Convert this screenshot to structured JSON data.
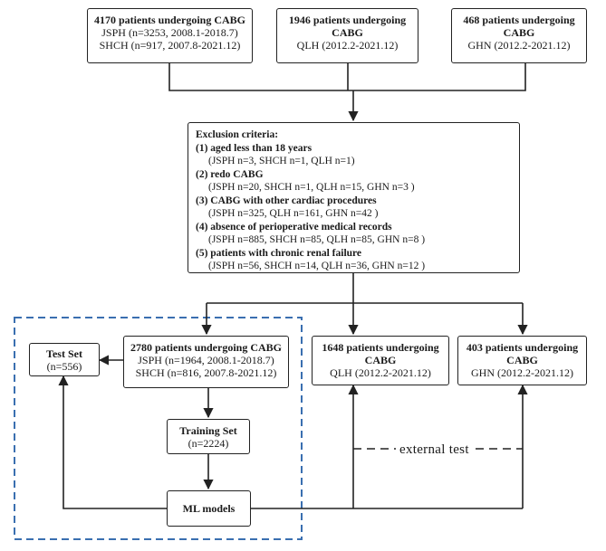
{
  "sources": [
    {
      "title": "4170 patients undergoing CABG",
      "lines": [
        "JSPH (n=3253, 2008.1-2018.7)",
        "SHCH (n=917, 2007.8-2021.12)"
      ]
    },
    {
      "title": "1946 patients undergoing CABG",
      "lines": [
        "QLH (2012.2-2021.12)"
      ]
    },
    {
      "title": "468 patients undergoing CABG",
      "lines": [
        "GHN (2012.2-2021.12)"
      ]
    }
  ],
  "exclusion": {
    "heading": "Exclusion criteria:",
    "items": [
      {
        "label": "(1) aged less than 18 years",
        "detail": "(JSPH n=3, SHCH n=1, QLH n=1)"
      },
      {
        "label": "(2) redo CABG",
        "detail": "(JSPH n=20, SHCH n=1, QLH n=15, GHN n=3 )"
      },
      {
        "label": "(3) CABG with other cardiac procedures",
        "detail": "(JSPH n=325,  QLH n=161, GHN n=42 )"
      },
      {
        "label": "(4) absence of perioperative medical records",
        "detail": "(JSPH n=885, SHCH n=85, QLH n=85, GHN n=8 )"
      },
      {
        "label": "(5) patients with chronic renal failure",
        "detail": "(JSPH n=56, SHCH n=14, QLH n=36, GHN n=12 )"
      }
    ]
  },
  "cohorts": [
    {
      "title": "2780 patients undergoing CABG",
      "lines": [
        "JSPH (n=1964, 2008.1-2018.7)",
        "SHCH (n=816, 2007.8-2021.12)"
      ]
    },
    {
      "title": "1648 patients undergoing CABG",
      "lines": [
        "QLH (2012.2-2021.12)"
      ]
    },
    {
      "title": "403 patients undergoing CABG",
      "lines": [
        "GHN (2012.2-2021.12)"
      ]
    }
  ],
  "test_set": {
    "title": "Test Set",
    "count": "(n=556)"
  },
  "training_set": {
    "title": "Training Set",
    "count": "(n=2224)"
  },
  "models": {
    "title": "ML models"
  },
  "external_test_label": "external test",
  "colors": {
    "dashed_frame": "#3a6fb0",
    "stroke": "#222222"
  }
}
